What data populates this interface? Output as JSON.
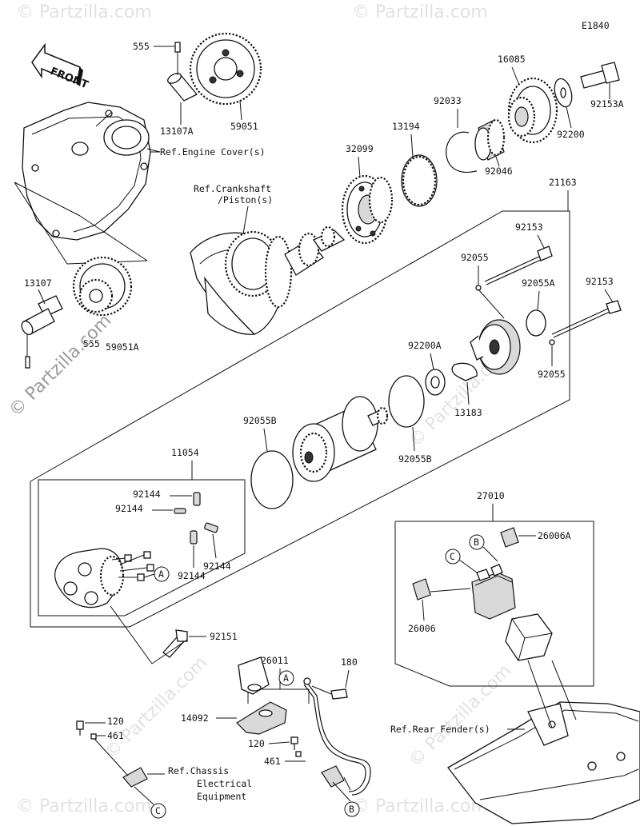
{
  "diagram_id": "E1840",
  "front_label": "FRONT",
  "watermarks": {
    "main": "© Partzilla.com",
    "faint": "© Partzilla.com"
  },
  "part_numbers": {
    "p555_top": "555",
    "p555_bottom": "555",
    "p13107A": "13107A",
    "p59051": "59051",
    "p59051A": "59051A",
    "p13107": "13107",
    "p32099": "32099",
    "p13194": "13194",
    "p92033": "92033",
    "p16085": "16085",
    "p92046": "92046",
    "p92200": "92200",
    "p92153A": "92153A",
    "p21163": "21163",
    "p92153_a": "92153",
    "p92153_b": "92153",
    "p92055_a": "92055",
    "p92055_b": "92055",
    "p92055A": "92055A",
    "p92200A": "92200A",
    "p13183": "13183",
    "p92055B_a": "92055B",
    "p92055B_b": "92055B",
    "p11054": "11054",
    "p92144_a": "92144",
    "p92144_b": "92144",
    "p92144_c": "92144",
    "p92144_d": "92144",
    "p92151": "92151",
    "p26011": "26011",
    "p180": "180",
    "p14092": "14092",
    "p120_a": "120",
    "p461_a": "461",
    "p120_b": "120",
    "p461_b": "461",
    "p27010": "27010",
    "p26006A": "26006A",
    "p26006": "26006"
  },
  "references": {
    "engine_cover": "Ref.Engine Cover(s)",
    "crankshaft_line1": "Ref.Crankshaft",
    "crankshaft_line2": "/Piston(s)",
    "rear_fender": "Ref.Rear Fender(s)",
    "chassis_line1": "Ref.Chassis",
    "chassis_line2": "Electrical",
    "chassis_line3": "Equipment"
  },
  "callouts": {
    "a1": "A",
    "a2": "A",
    "b1": "B",
    "b2": "B",
    "c1": "C",
    "c2": "C"
  }
}
